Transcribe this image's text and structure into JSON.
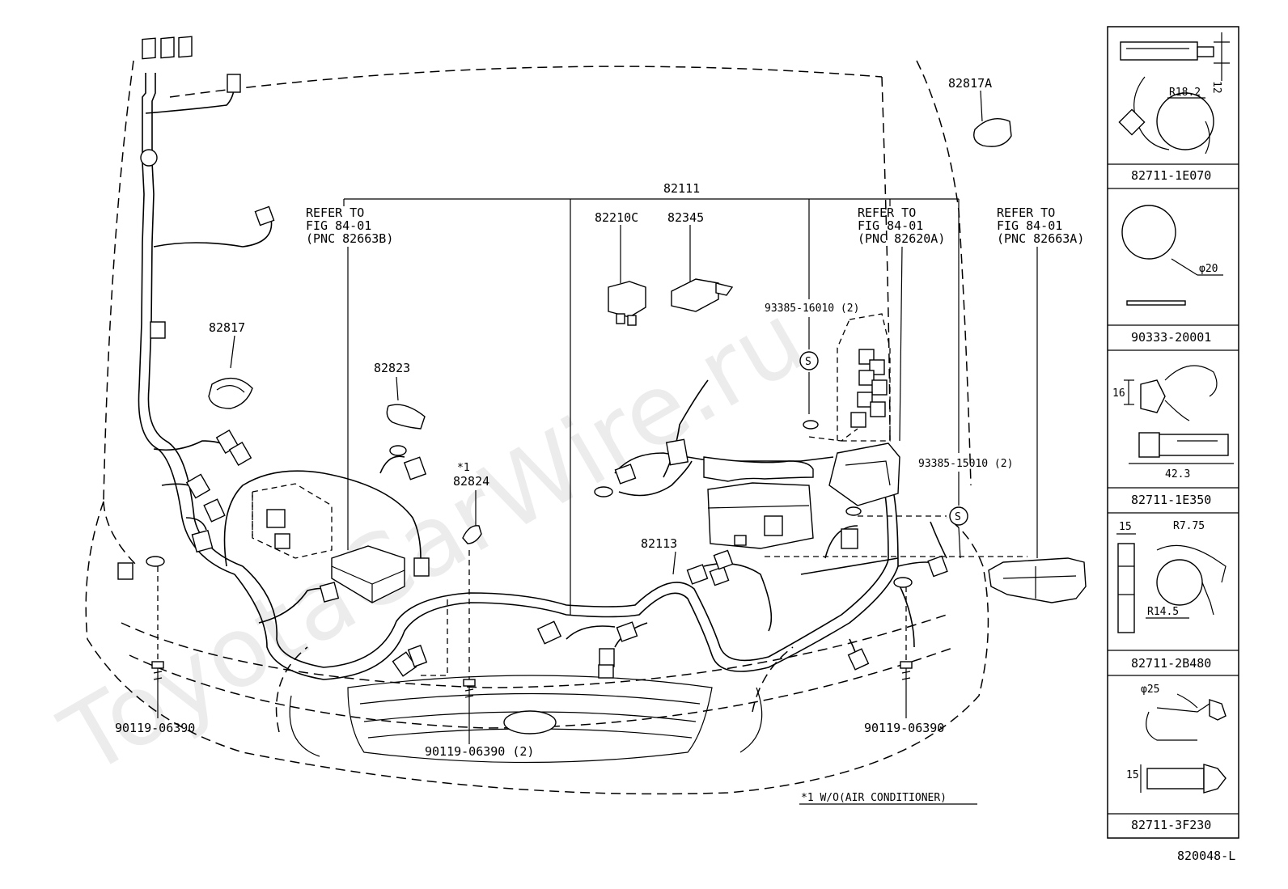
{
  "watermark": "ToyotaCarWire.ru",
  "figure_code": "820048-L",
  "footnote": "*1 W/O(AIR CONDITIONER)",
  "callouts": {
    "main_harness": "82111",
    "p82817a": "82817A",
    "p82817": "82817",
    "p82823": "82823",
    "star1": "*1",
    "p82824": "82824",
    "p82210c": "82210C",
    "p82345": "82345",
    "p82113": "82113",
    "refer_left": {
      "line1": "REFER TO",
      "line2": "FIG 84-01",
      "line3": "(PNC 82663B)"
    },
    "refer_mid": {
      "line1": "REFER TO",
      "line2": "FIG 84-01",
      "line3": "(PNC 82620A)"
    },
    "refer_right": {
      "line1": "REFER TO",
      "line2": "FIG 84-01",
      "line3": "(PNC 82663A)"
    },
    "clamp_16010": "93385-16010 (2)",
    "clamp_15010": "93385-15010 (2)",
    "bolt_left": "90119-06390",
    "bolt_center": "90119-06390 (2)",
    "bolt_right": "90119-06390",
    "s_marker": "S"
  },
  "side_panel": [
    {
      "part": "82711-1E070",
      "dims": [
        "12",
        "R18.2"
      ]
    },
    {
      "part": "90333-20001",
      "dims": [
        "φ20"
      ]
    },
    {
      "part": "82711-1E350",
      "dims": [
        "16",
        "42.3"
      ]
    },
    {
      "part": "82711-2B480",
      "dims": [
        "15",
        "R7.75",
        "R14.5"
      ]
    },
    {
      "part": "82711-3F230",
      "dims": [
        "φ25",
        "15"
      ]
    }
  ]
}
